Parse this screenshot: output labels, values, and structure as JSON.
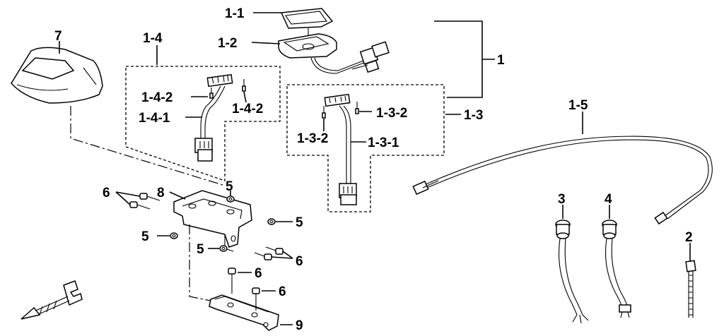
{
  "labels": {
    "l_1_1": "1-1",
    "l_1_2": "1-2",
    "l_1": "1",
    "l_1_3": "1-3",
    "l_1_3_1": "1-3-1",
    "l_1_3_2a": "1-3-2",
    "l_1_3_2b": "1-3-2",
    "l_1_4": "1-4",
    "l_1_4_1": "1-4-1",
    "l_1_4_2a": "1-4-2",
    "l_1_4_2b": "1-4-2",
    "l_1_5": "1-5",
    "l_2": "2",
    "l_3": "3",
    "l_4": "4",
    "l_5a": "5",
    "l_5b": "5",
    "l_5c": "5",
    "l_5d": "5",
    "l_6a": "6",
    "l_6b": "6",
    "l_6c": "6",
    "l_6d": "6",
    "l_7": "7",
    "l_8": "8",
    "l_9": "9"
  }
}
